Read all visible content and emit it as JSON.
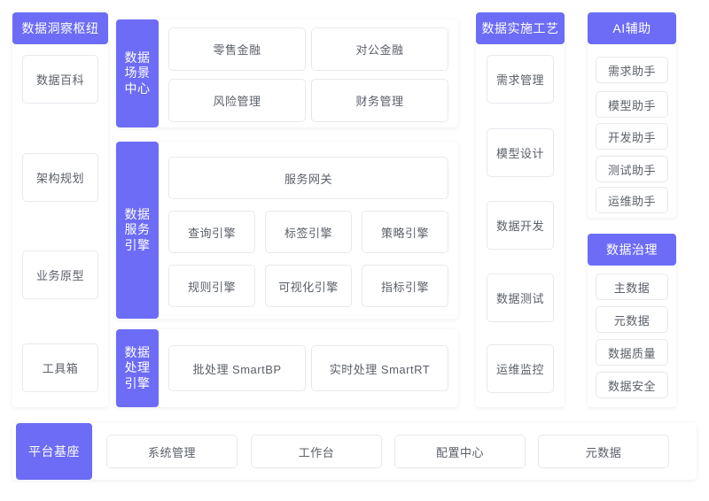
{
  "theme": {
    "accent": "#6c6cf6",
    "tile_bg": "#ffffff",
    "tile_border": "#e8e9ed",
    "text": "#5a5f68",
    "page_bg": "#ffffff"
  },
  "columns": {
    "insight_hub": {
      "title": "数据洞察枢纽",
      "items": [
        {
          "label": "数据百科"
        },
        {
          "label": "架构规划"
        },
        {
          "label": "业务原型"
        },
        {
          "label": "工具箱"
        }
      ]
    },
    "scene_center": {
      "title": "数据\n场景\n中心",
      "items": [
        {
          "label": "零售金融"
        },
        {
          "label": "对公金融"
        },
        {
          "label": "风险管理"
        },
        {
          "label": "财务管理"
        }
      ]
    },
    "service_engine": {
      "title": "数据\n服务\n引擎",
      "gateway": "服务网关",
      "items": [
        {
          "label": "查询引擎"
        },
        {
          "label": "标签引擎"
        },
        {
          "label": "策略引擎"
        },
        {
          "label": "规则引擎"
        },
        {
          "label": "可视化引擎"
        },
        {
          "label": "指标引擎"
        }
      ]
    },
    "processing_engine": {
      "title": "数据\n处理\n引擎",
      "items": [
        {
          "label": "批处理 SmartBP"
        },
        {
          "label": "实时处理  SmartRT"
        }
      ]
    },
    "implementation_craft": {
      "title": "数据实施工艺",
      "items": [
        {
          "label": "需求管理"
        },
        {
          "label": "模型设计"
        },
        {
          "label": "数据开发"
        },
        {
          "label": "数据测试"
        },
        {
          "label": "运维监控"
        }
      ]
    },
    "ai_assist": {
      "title": "AI辅助",
      "items": [
        {
          "label": "需求助手"
        },
        {
          "label": "模型助手"
        },
        {
          "label": "开发助手"
        },
        {
          "label": "测试助手"
        },
        {
          "label": "运维助手"
        }
      ]
    },
    "data_governance": {
      "title": "数据治理",
      "items": [
        {
          "label": "主数据"
        },
        {
          "label": "元数据"
        },
        {
          "label": "数据质量"
        },
        {
          "label": "数据安全"
        }
      ]
    },
    "platform_base": {
      "title": "平台基座",
      "items": [
        {
          "label": "系统管理"
        },
        {
          "label": "工作台"
        },
        {
          "label": "配置中心"
        },
        {
          "label": "元数据"
        }
      ]
    }
  }
}
